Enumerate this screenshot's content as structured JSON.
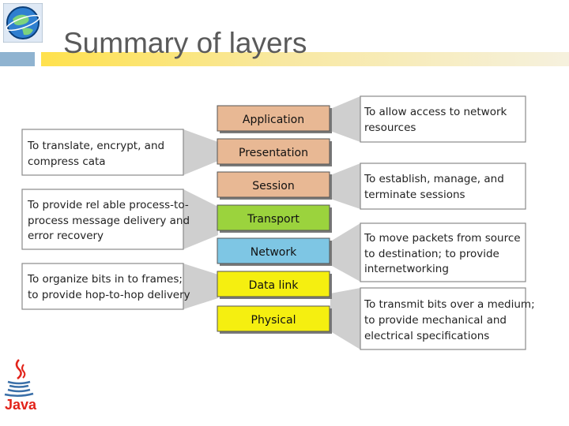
{
  "title": "Summary of layers",
  "layers": [
    {
      "name": "Application",
      "color": "#e8b894"
    },
    {
      "name": "Presentation",
      "color": "#e8b894"
    },
    {
      "name": "Session",
      "color": "#e8b894"
    },
    {
      "name": "Transport",
      "color": "#9bd33d"
    },
    {
      "name": "Network",
      "color": "#7ec6e4"
    },
    {
      "name": "Data link",
      "color": "#f5ef10"
    },
    {
      "name": "Physical",
      "color": "#f5ef10"
    }
  ],
  "left_descriptions": [
    [
      "To translate, encrypt, and",
      "compress cata"
    ],
    [
      "To provide rel able process-to-",
      "process message delivery and",
      "error recovery"
    ],
    [
      "To organize bits in to frames;",
      "to provide hop-to-hop delivery"
    ]
  ],
  "right_descriptions": [
    [
      "To allow access to network",
      "resources"
    ],
    [
      "To establish, manage, and",
      "terminate sessions"
    ],
    [
      "To move packets from source",
      "to destination; to provide",
      "internetworking"
    ],
    [
      "To transmit bits over a medium;",
      "to provide mechanical and",
      "electrical specifications"
    ]
  ],
  "java_label": "Java"
}
